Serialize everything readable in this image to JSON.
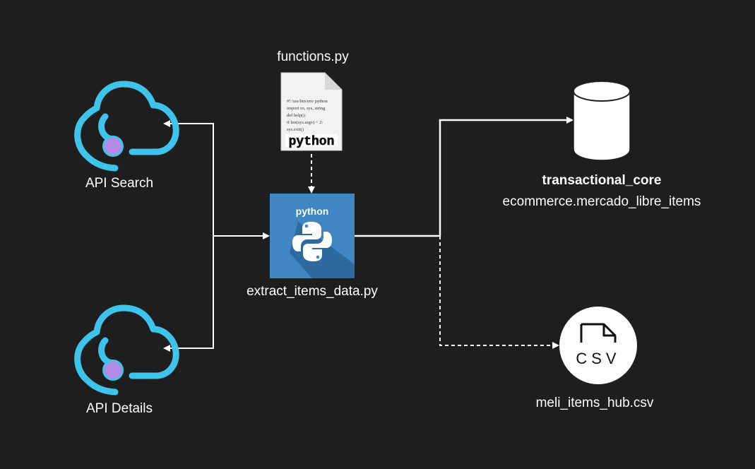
{
  "nodes": {
    "functions_file": {
      "label": "functions.py"
    },
    "python_script": {
      "label": "extract_items_data.py",
      "logo_text": "python"
    },
    "api_search": {
      "label": "API Search"
    },
    "api_details": {
      "label": "API  Details"
    },
    "database": {
      "title": "transactional_core",
      "subtitle": "ecommerce.mercado_libre_items"
    },
    "csv_file": {
      "label": "meli_items_hub.csv",
      "icon_text": "CSV"
    }
  },
  "file_snippet": {
    "lines": [
      "#! /usr/bin/env python",
      "import os, sys, string",
      "def help():",
      "if len(sys.argv) < 2:",
      "sys.exit()"
    ],
    "badge": "python"
  },
  "colors": {
    "background": "#1e1e1e",
    "cloud": "#3ec3ea",
    "cloud_dot": "#b48ae6",
    "python_bg": "#3f86c2",
    "python_shadow": "#2d6a9f",
    "line": "#ffffff"
  }
}
